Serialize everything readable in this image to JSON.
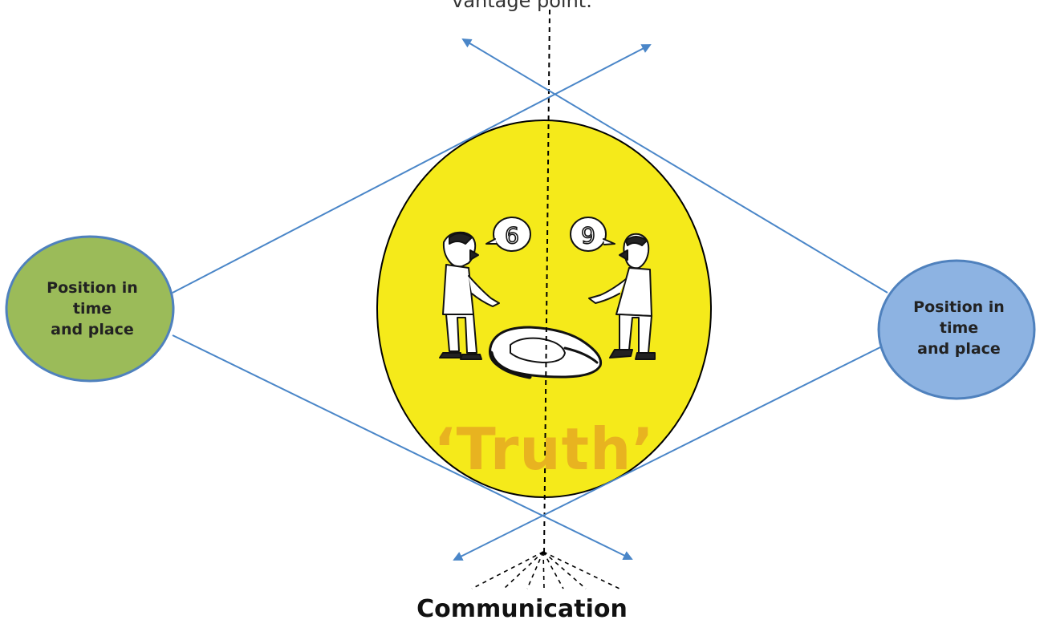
{
  "diagram": {
    "top_caption": "vantage point.",
    "left_bubble": {
      "lines": [
        "Position in",
        "time",
        "and place"
      ],
      "fill": "#9bbb59",
      "stroke": "#4f81bd"
    },
    "right_bubble": {
      "lines": [
        "Position in",
        "time",
        "and place"
      ],
      "fill": "#8db3e2",
      "stroke": "#4f81bd"
    },
    "center_circle": {
      "fill": "#f5ea1a",
      "stroke": "#000000"
    },
    "truth_label": "‘Truth’",
    "bottom_caption": "Communication",
    "cartoon": {
      "left_speech_number": "6",
      "right_speech_number": "9",
      "floor_number": "6"
    },
    "colors": {
      "arrow": "#4a86c8",
      "truth_text": "#e8b320"
    }
  }
}
